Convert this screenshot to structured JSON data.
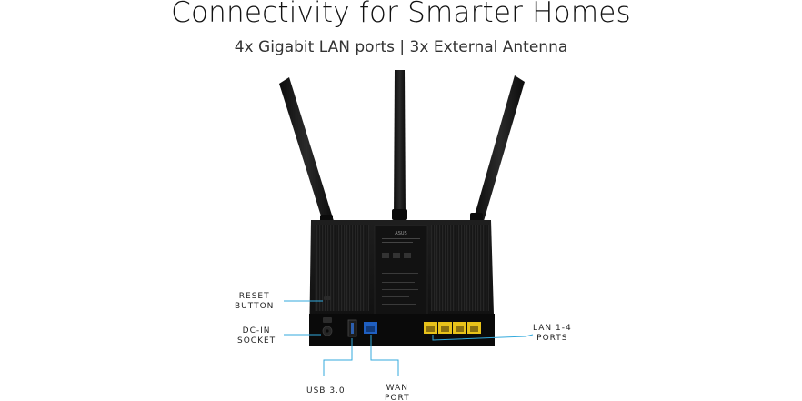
{
  "header": {
    "title": "Connectivity for Smarter Homes",
    "subtitle": "4x Gigabit LAN ports | 3x External Antenna"
  },
  "callouts": {
    "reset": {
      "line1": "RESET",
      "line2": "BUTTON"
    },
    "dc_in": {
      "line1": "DC-IN",
      "line2": "SOCKET"
    },
    "lan": {
      "line1": "LAN 1-4",
      "line2": "PORTS"
    },
    "usb": {
      "line1": "USB 3.0"
    },
    "wan": {
      "line1": "WAN",
      "line2": "PORT"
    }
  },
  "router": {
    "brand": "ASUS",
    "body_color": "#141414",
    "lan_port_color": "#e8c21a",
    "wan_port_color": "#1f5fc2",
    "callout_line_color": "#33aadd",
    "antenna_count": 3,
    "lan_port_count": 4
  }
}
